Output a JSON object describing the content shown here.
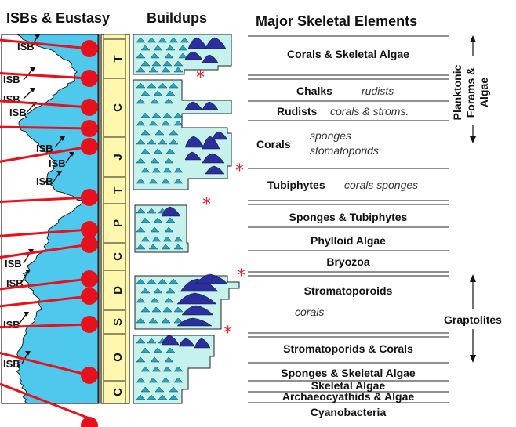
{
  "headers": {
    "isb": "ISBs & Eustasy",
    "buildups": "Buildups",
    "elements": "Major Skeletal Elements"
  },
  "isb_label": "ISB",
  "isb_markers": [
    {
      "label": "ISB"
    },
    {
      "label": "ISB"
    },
    {
      "label": "ISB"
    },
    {
      "label": "ISB"
    },
    {
      "label": "ISB"
    },
    {
      "label": "ISB"
    },
    {
      "label": "ISB"
    },
    {
      "label": "ISB"
    },
    {
      "label": "ISB"
    },
    {
      "label": "ISB"
    },
    {
      "label": "ISB"
    }
  ],
  "periods": [
    "T",
    "C",
    "J",
    "T",
    "P",
    "C",
    "D",
    "S",
    "O",
    "C"
  ],
  "elements": [
    {
      "bold": "Corals & Skeletal Algae",
      "italic": ""
    },
    {
      "bold": "Chalks",
      "italic": "rudists"
    },
    {
      "bold": "Rudists",
      "italic": "corals & stroms."
    },
    {
      "bold": "Corals",
      "italic": "sponges",
      "italic2": "stomatoporids"
    },
    {
      "bold": "Tubiphytes",
      "italic": "corals sponges"
    },
    {
      "bold": "Sponges & Tubiphytes",
      "italic": ""
    },
    {
      "bold": "Phylloid Algae",
      "italic": ""
    },
    {
      "bold": "Bryozoa",
      "italic": ""
    },
    {
      "bold": "Stromatoporoids",
      "italic": "corals"
    },
    {
      "bold": "Stromatoporids & Corals",
      "italic": ""
    },
    {
      "bold": "Sponges & Skeletal Algae",
      "italic": ""
    },
    {
      "bold": "Skeletal Algae",
      "italic": ""
    },
    {
      "bold": "Archaeocyathids & Algae",
      "italic": ""
    },
    {
      "bold": "Cyanobacteria",
      "italic": ""
    }
  ],
  "side_labels": {
    "planktonic_line1": "Planktonic",
    "planktonic_line2": "Forams &",
    "planktonic_line3": "Algae",
    "graptolites": "Graptolites"
  },
  "mass_extinction_symbol": "*",
  "colors": {
    "sea": "#4fc8ee",
    "buildup_fill": "#c6f2ee",
    "period_fill": "#fff7ad",
    "marker": "#e8101a",
    "reef_shape": "#2b2f9e",
    "small_shape": "#2aa3bd",
    "star": "#e8202a"
  }
}
